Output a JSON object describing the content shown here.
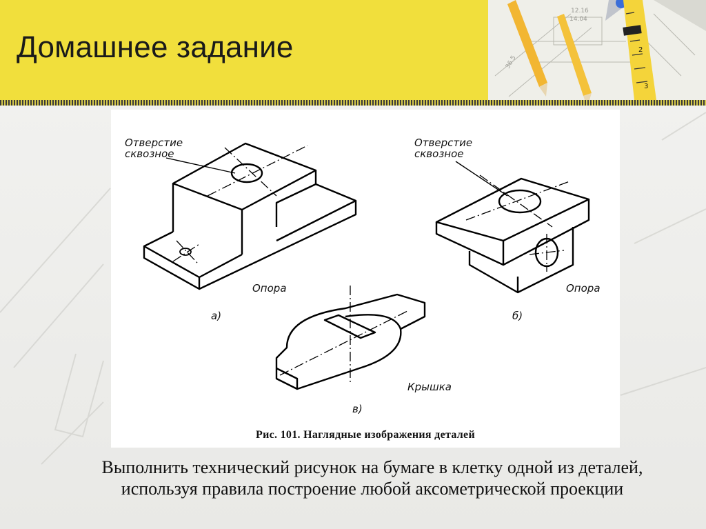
{
  "slide": {
    "title": "Домашнее задание",
    "accent_color": "#f1df3c",
    "background_color": "#eeeeec"
  },
  "figure": {
    "labels": {
      "hole_a": "Отверстие сквозное",
      "hole_b": "Отверстие сквозное",
      "support_a": "Опора",
      "support_b": "Опора",
      "cover": "Крышка",
      "mark_a": "а)",
      "mark_b": "б)",
      "mark_v": "в)"
    },
    "caption": "Рис. 101. Наглядные изображения деталей"
  },
  "task": {
    "text": "Выполнить технический рисунок на бумаге в клетку одной из деталей, используя правила построение любой аксометрической проекции"
  }
}
